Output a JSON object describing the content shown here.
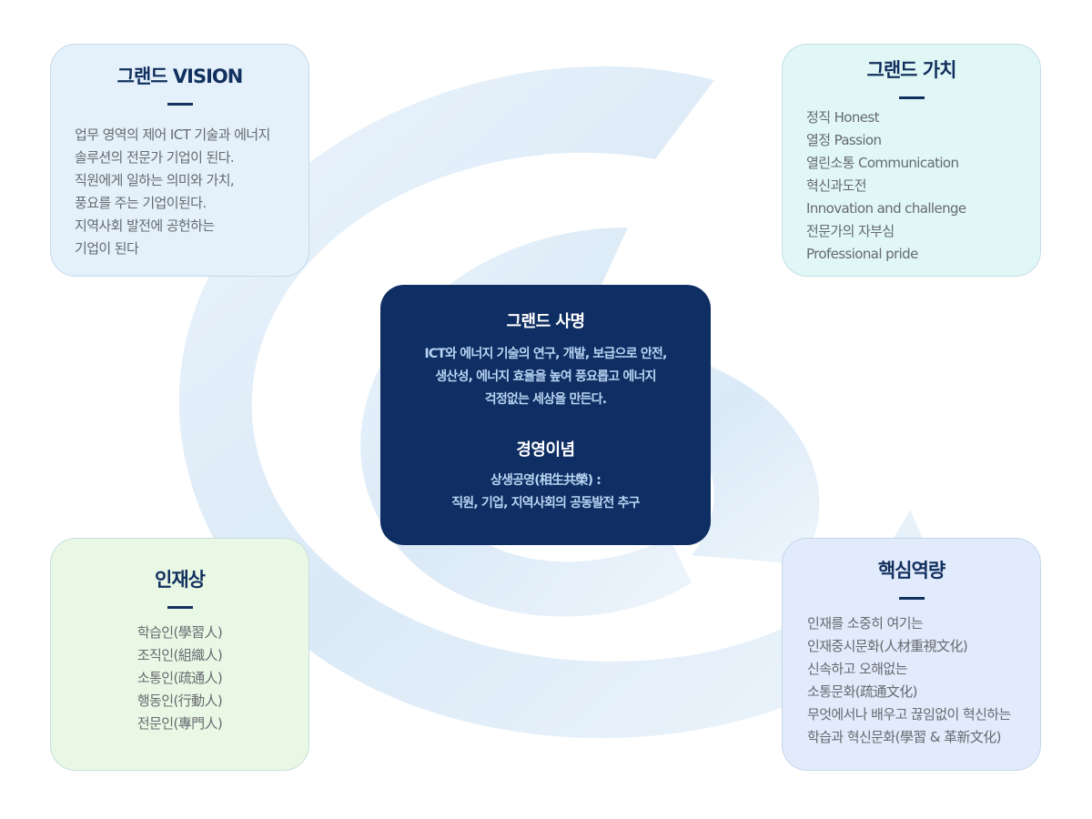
{
  "vision": {
    "title": "그랜드 VISION",
    "lines": [
      "업무 영역의 제어 ICT 기술과 에너지",
      "솔루션의 전문가 기업이 된다.",
      "직원에게 일하는 의미와 가치,",
      "풍요를 주는 기업이된다.",
      "지역사회 발전에 공헌하는",
      "기업이 된다"
    ]
  },
  "value": {
    "title": "그랜드 가치",
    "lines": [
      "정직 Honest",
      "열정 Passion",
      "열린소통 Communication",
      "혁신과도전",
      "Innovation and challenge",
      "전문가의 자부심",
      "Professional pride"
    ]
  },
  "mission": {
    "title": "그랜드 사명",
    "lines": [
      "ICT와 에너지 기술의 연구, 개발, 보급으로 안전,",
      "생산성, 에너지 효율을 높여 풍요롭고 에너지",
      "걱정없는 세상을 만든다."
    ],
    "philosophy_title": "경영이념",
    "philosophy_lines": [
      "상생공영(相生共榮) :",
      "직원, 기업, 지역사회의 공동발전 추구"
    ]
  },
  "talent": {
    "title": "인재상",
    "lines": [
      "학습인(學習人)",
      "조직인(組織人)",
      "소통인(疏通人)",
      "행동인(行動人)",
      "전문인(專門人)"
    ]
  },
  "core": {
    "title": "핵심역량",
    "lines": [
      "인재를 소중히 여기는",
      "인재중시문화(人材重視文化)",
      "신속하고 오해없는",
      "소통문화(疏通文化)",
      "무엇에서나 배우고 끊임없이 혁신하는",
      "학습과 혁신문화(學習 & 革新文化)"
    ]
  },
  "colors": {
    "navy": "#0f2e63",
    "swirl": "#d6e8f6"
  }
}
